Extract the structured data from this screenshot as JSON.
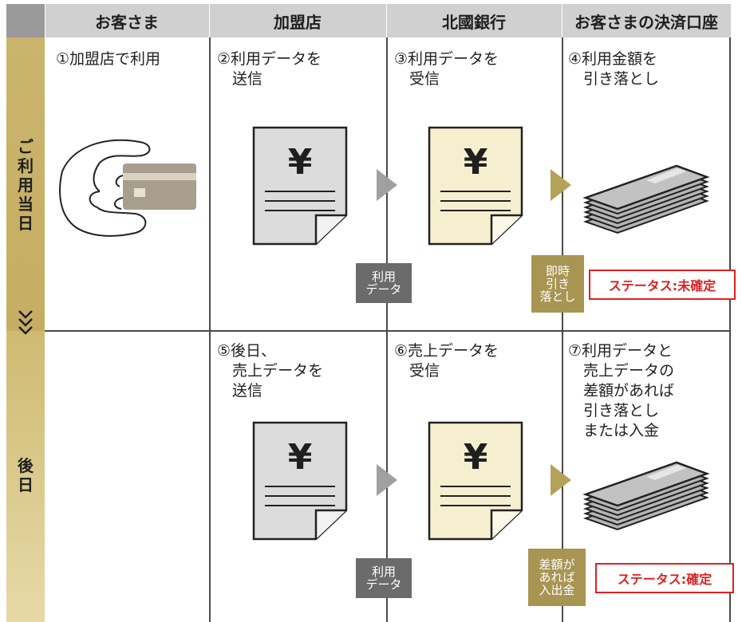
{
  "header": {
    "col1": "お客さま",
    "col2": "加盟店",
    "col3": "北國銀行",
    "col4": "お客さまの決済口座"
  },
  "rows": {
    "day_of_use": [
      "ご",
      "利",
      "用",
      "当",
      "日"
    ],
    "chevrons": "»",
    "later": [
      "後",
      "日"
    ]
  },
  "steps": {
    "s1": "①加盟店で利用",
    "s2": "②利用データを\n　送信",
    "s3": "③利用データを\n　受信",
    "s4": "④利用金額を\n　引き落とし",
    "s5": "⑤後日、\n　売上データを\n　送信",
    "s6": "⑥売上データを\n　受信",
    "s7": "⑦利用データと\n　売上データの\n　差額があれば\n　引き落とし\n　または入金"
  },
  "tags": {
    "usage_data_1": [
      "利用",
      "データ"
    ],
    "immediate_debit": [
      "即時",
      "引き",
      "落とし"
    ],
    "usage_data_2": [
      "利用",
      "データ"
    ],
    "diff_deposit": [
      "差額が",
      "あれば",
      "入出金"
    ]
  },
  "status": {
    "pending": "ステータス:未確定",
    "confirmed": "ステータス:確定"
  },
  "document_symbol": "¥",
  "colors": {
    "header_gray": "#d0d0d0",
    "side_gold": "#c5ae63",
    "doc_gray": "#dcdcdc",
    "doc_cream": "#f6efcf",
    "tag_gray": "#6b6b6b",
    "tag_gold": "#a89552",
    "status_red": "#e02020",
    "card_tan": "#a89e8e",
    "card_gray": "#b5b5b5"
  },
  "icons": [
    "hand-holding-card-icon",
    "document-yen-icon",
    "arrow-right-icon",
    "card-stack-icon"
  ]
}
